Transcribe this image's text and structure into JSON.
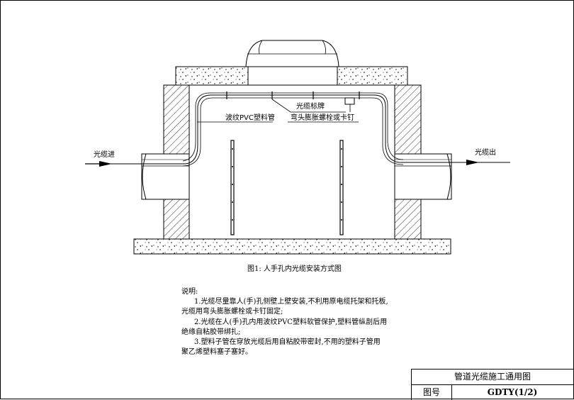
{
  "diagram": {
    "labels": {
      "cable_in": "光缆进",
      "cable_out": "光缆出",
      "pvc_pipe": "波纹PVC塑料管",
      "cable_tag": "光缆标牌",
      "bolt": "弯头膨胀螺栓或卡钉"
    },
    "caption": "图1:  人手孔内光缆安装方式图"
  },
  "notes": {
    "heading": "说明:",
    "lines": [
      "1.光缆尽量靠人(手)孔侧壁上壁安装,不利用原电缆托架和托板,",
      "光缆用弯头膨胀螺栓或卡钉固定;",
      "2.光缆在人(手)孔内用波纹PVC塑料软管保护,塑料管纵剖后用",
      "绝缘自粘胶带绑扎;",
      "3.塑料子管在穿放光缆后用自粘胶带密封,不用的塑料子管用",
      "聚乙烯塑料塞子塞好。"
    ]
  },
  "title_block": {
    "title": "管道光缆施工通用图",
    "number_label": "图号",
    "number": "GDTY(1/2)"
  }
}
